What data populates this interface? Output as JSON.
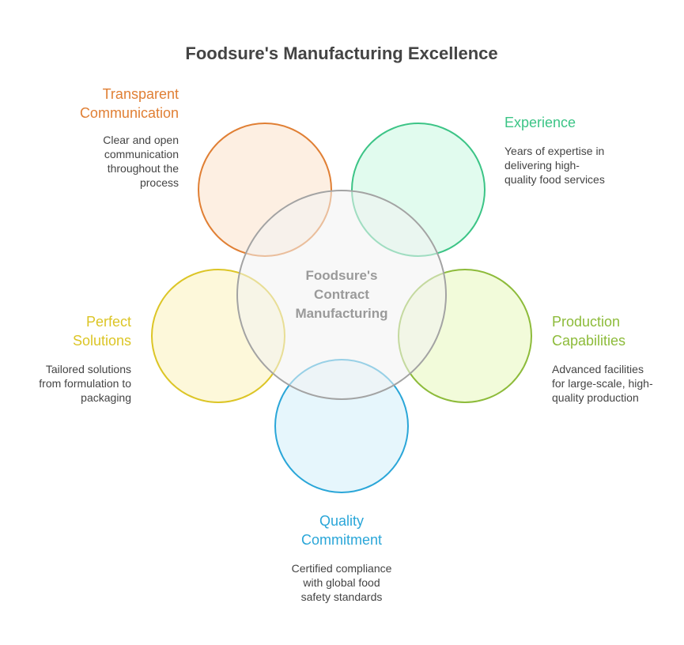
{
  "title": "Foodsure's Manufacturing Excellence",
  "center": {
    "lines": [
      "Foodsure's",
      "Contract",
      "Manufacturing"
    ],
    "stroke": "#a3a3a3",
    "fill": "#f3f3f3"
  },
  "nodes": {
    "transparent": {
      "title": [
        "Transparent",
        "Communication"
      ],
      "desc": [
        "Clear and open",
        "communication",
        "throughout the",
        "process"
      ],
      "color": "#e07f34",
      "fill": "#fdefe2"
    },
    "experience": {
      "title": [
        "Experience"
      ],
      "desc": [
        "Years of expertise in",
        "delivering high-",
        "quality food services"
      ],
      "color": "#3cc486",
      "fill": "#e1fbee"
    },
    "perfect": {
      "title": [
        "Perfect",
        "Solutions"
      ],
      "desc": [
        "Tailored solutions",
        "from formulation to",
        "packaging"
      ],
      "color": "#dcc526",
      "fill": "#fdf8da"
    },
    "production": {
      "title": [
        "Production",
        "Capabilities"
      ],
      "desc": [
        "Advanced facilities",
        "for large-scale, high-",
        "quality production"
      ],
      "color": "#8dbb3a",
      "fill": "#f2fbda"
    },
    "quality": {
      "title": [
        "Quality",
        "Commitment"
      ],
      "desc": [
        "Certified compliance",
        "with global food",
        "safety standards"
      ],
      "color": "#2aa6d8",
      "fill": "#e6f6fc"
    }
  }
}
